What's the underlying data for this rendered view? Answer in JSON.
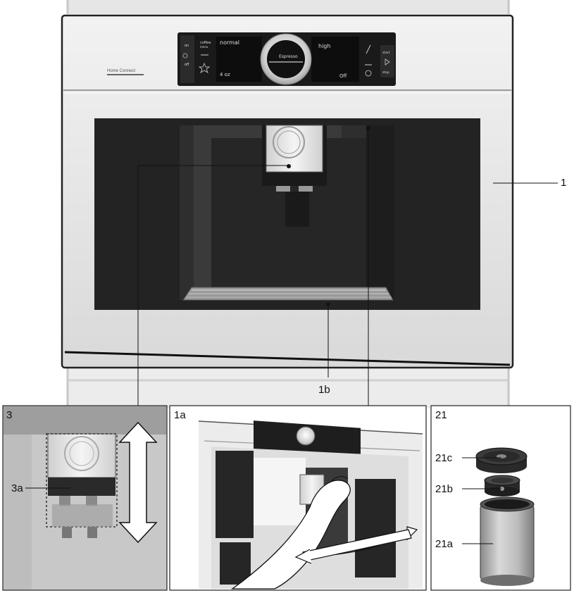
{
  "callouts": {
    "appliance": "1",
    "drip_tray": "1b",
    "coffee_outlet": "3a",
    "milk_lid": "21c",
    "milk_insert": "21b",
    "milk_container": "21a"
  },
  "panels": {
    "outlet_detail": "3",
    "door_open": "1a",
    "milk_container": "21"
  },
  "control_panel": {
    "left_labels": [
      "on",
      "off"
    ],
    "coffee_label": "coffee",
    "coffee_sub": "menu",
    "strength": "normal",
    "amount": "4 oz",
    "drink": "Espresso",
    "temperature": "high",
    "cup_setting": "Off",
    "start": "start",
    "stop": "stop",
    "brand": "Home Connect"
  },
  "colors": {
    "steel": "#e4e4e4",
    "dark_glass": "#2a2a2a",
    "panel_border": "#333333",
    "background_wall": "#d6d6d6"
  }
}
